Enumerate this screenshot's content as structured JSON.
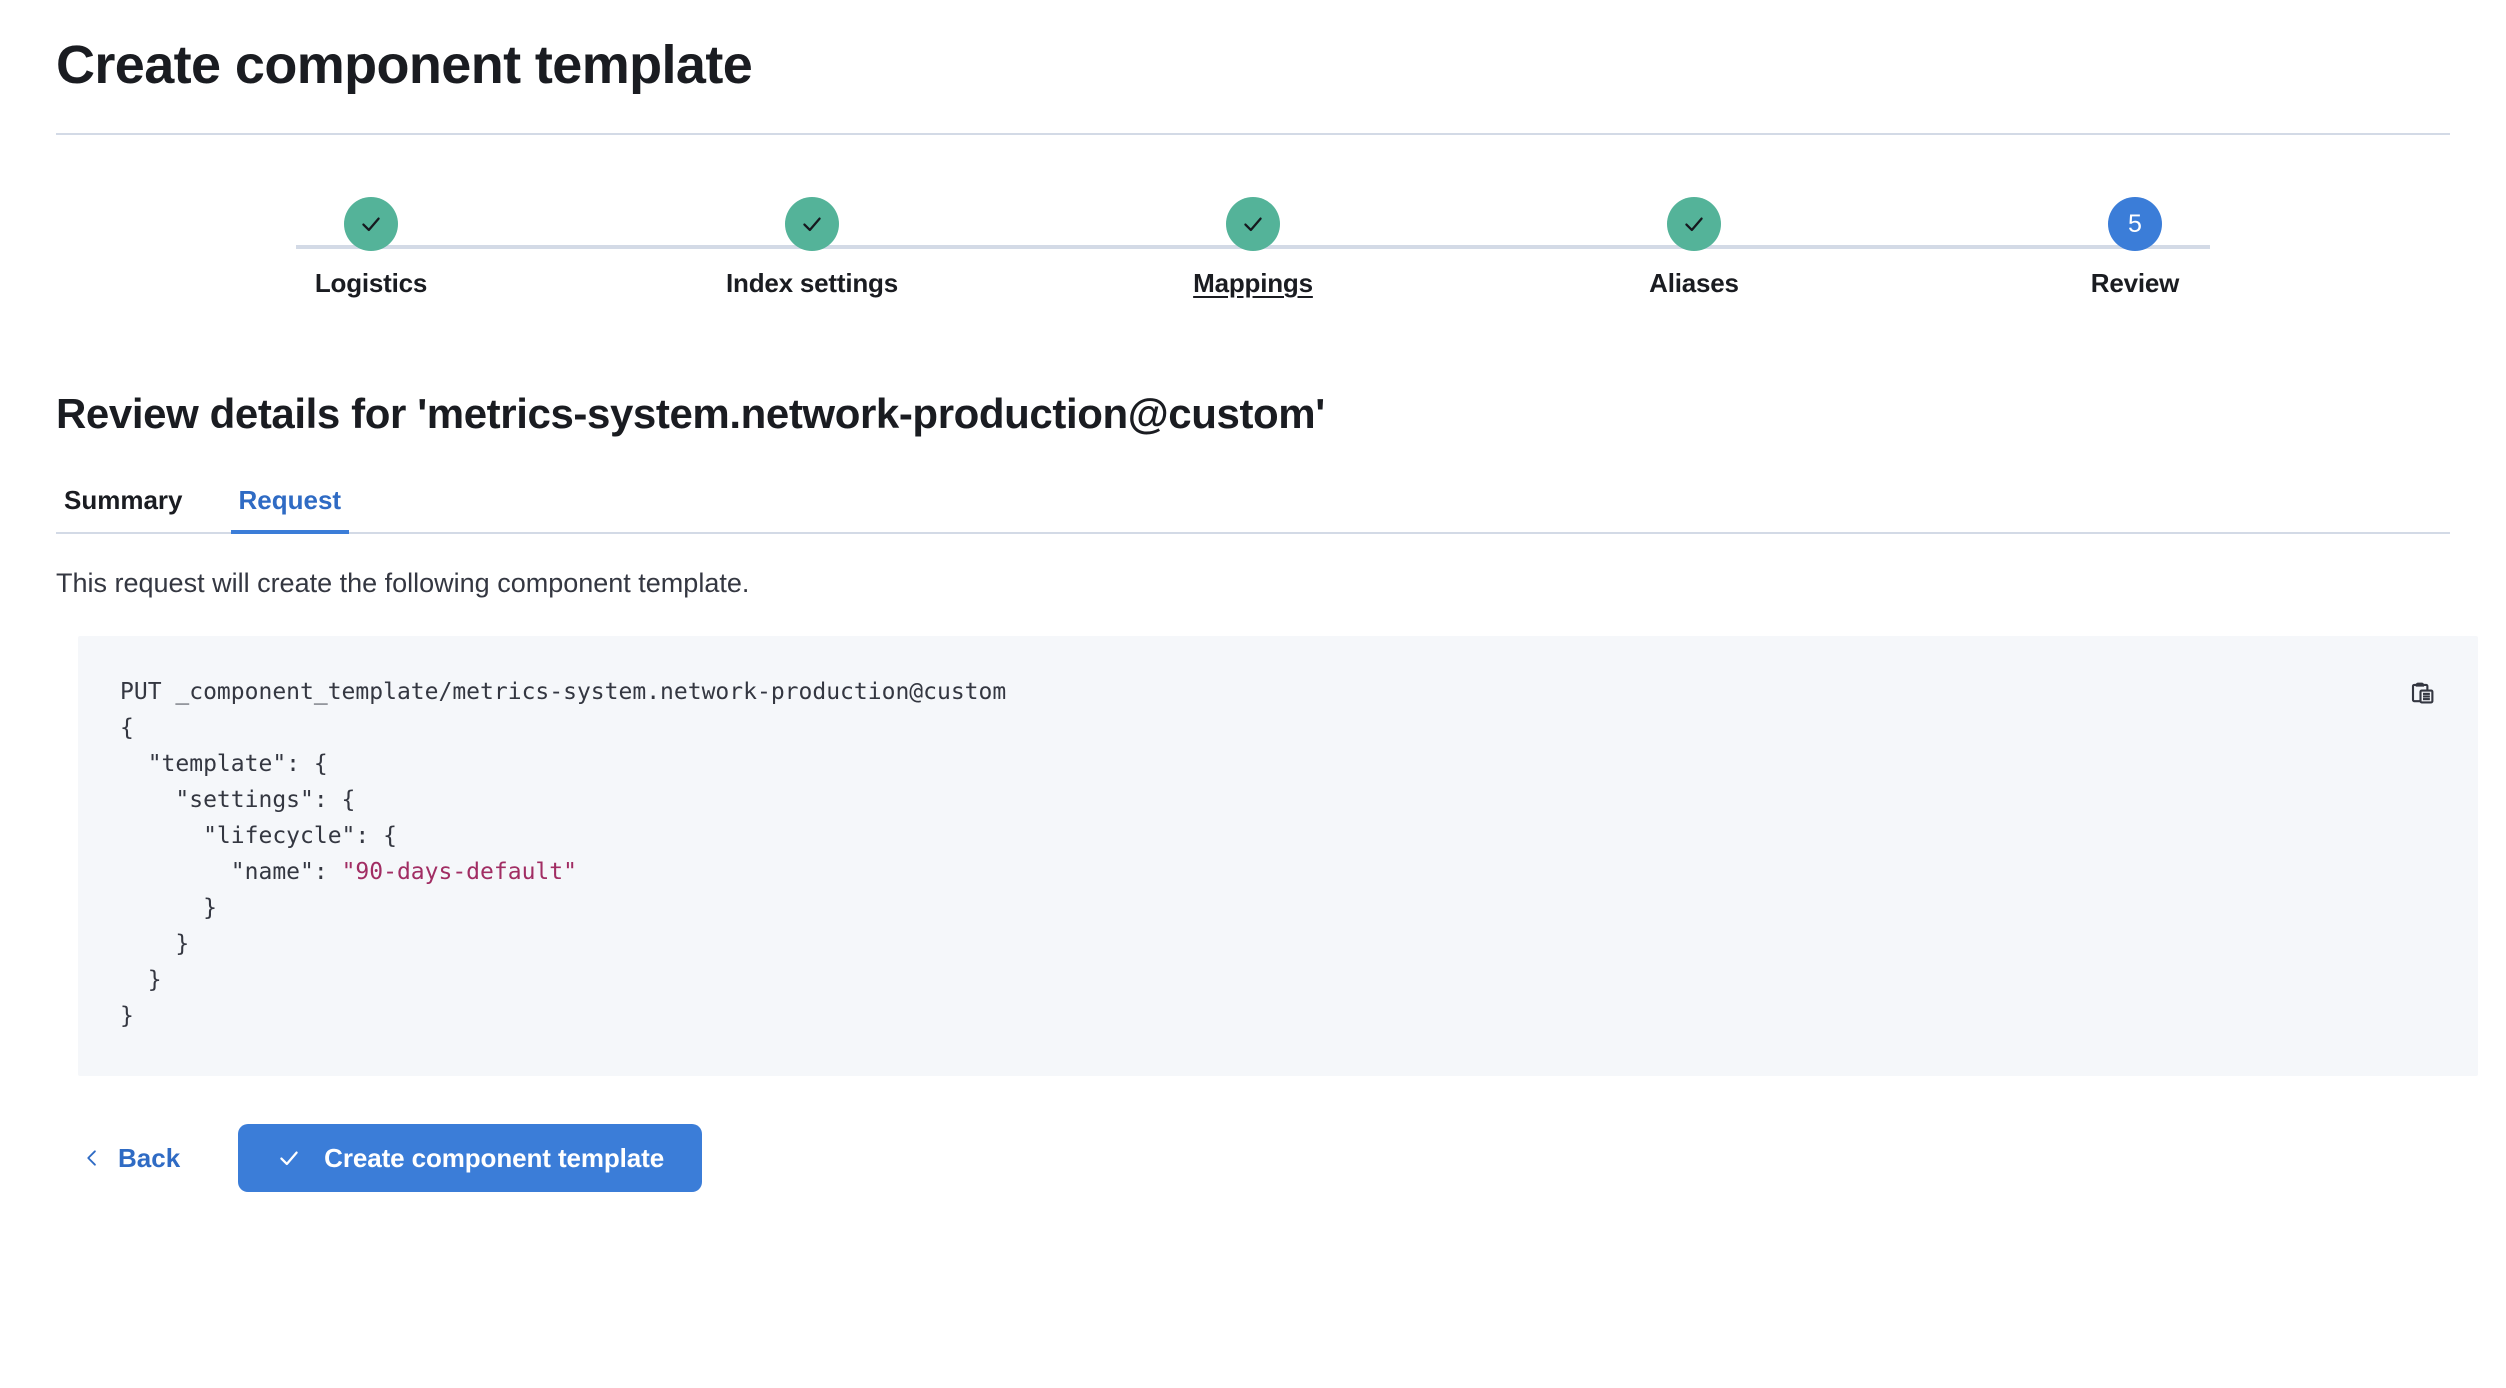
{
  "header": {
    "title": "Create component template"
  },
  "stepper": {
    "steps": [
      {
        "label": "Logistics",
        "state": "complete",
        "number": "1",
        "hovered": false
      },
      {
        "label": "Index settings",
        "state": "complete",
        "number": "2",
        "hovered": false
      },
      {
        "label": "Mappings",
        "state": "complete",
        "number": "3",
        "hovered": true
      },
      {
        "label": "Aliases",
        "state": "complete",
        "number": "4",
        "hovered": false
      },
      {
        "label": "Review",
        "state": "current",
        "number": "5",
        "hovered": false
      }
    ]
  },
  "review": {
    "heading": "Review details for 'metrics-system.network-production@custom'",
    "tabs": [
      {
        "label": "Summary",
        "active": false
      },
      {
        "label": "Request",
        "active": true
      }
    ],
    "description": "This request will create the following component template.",
    "request": {
      "method_line": "PUT _component_template/metrics-system.network-production@custom",
      "body_lines": [
        "{",
        "  \"template\": {",
        "    \"settings\": {",
        "      \"lifecycle\": {",
        "        \"name\": ",
        "      }",
        "    }",
        "  }",
        "}"
      ],
      "lifecycle_name_value": "\"90-days-default\"",
      "copy_icon": "copy-clipboard-icon"
    }
  },
  "footer": {
    "back_label": "Back",
    "back_icon": "chevron-left-icon",
    "submit_label": "Create component template",
    "submit_icon": "check-icon"
  },
  "colors": {
    "accent_blue": "#3b7dd8",
    "link_blue": "#2f6bc4",
    "success_teal": "#54b399",
    "divider": "#d3dae6",
    "code_bg": "#f5f7fa",
    "code_string": "#a12d63",
    "text_dark": "#1a1c21"
  }
}
